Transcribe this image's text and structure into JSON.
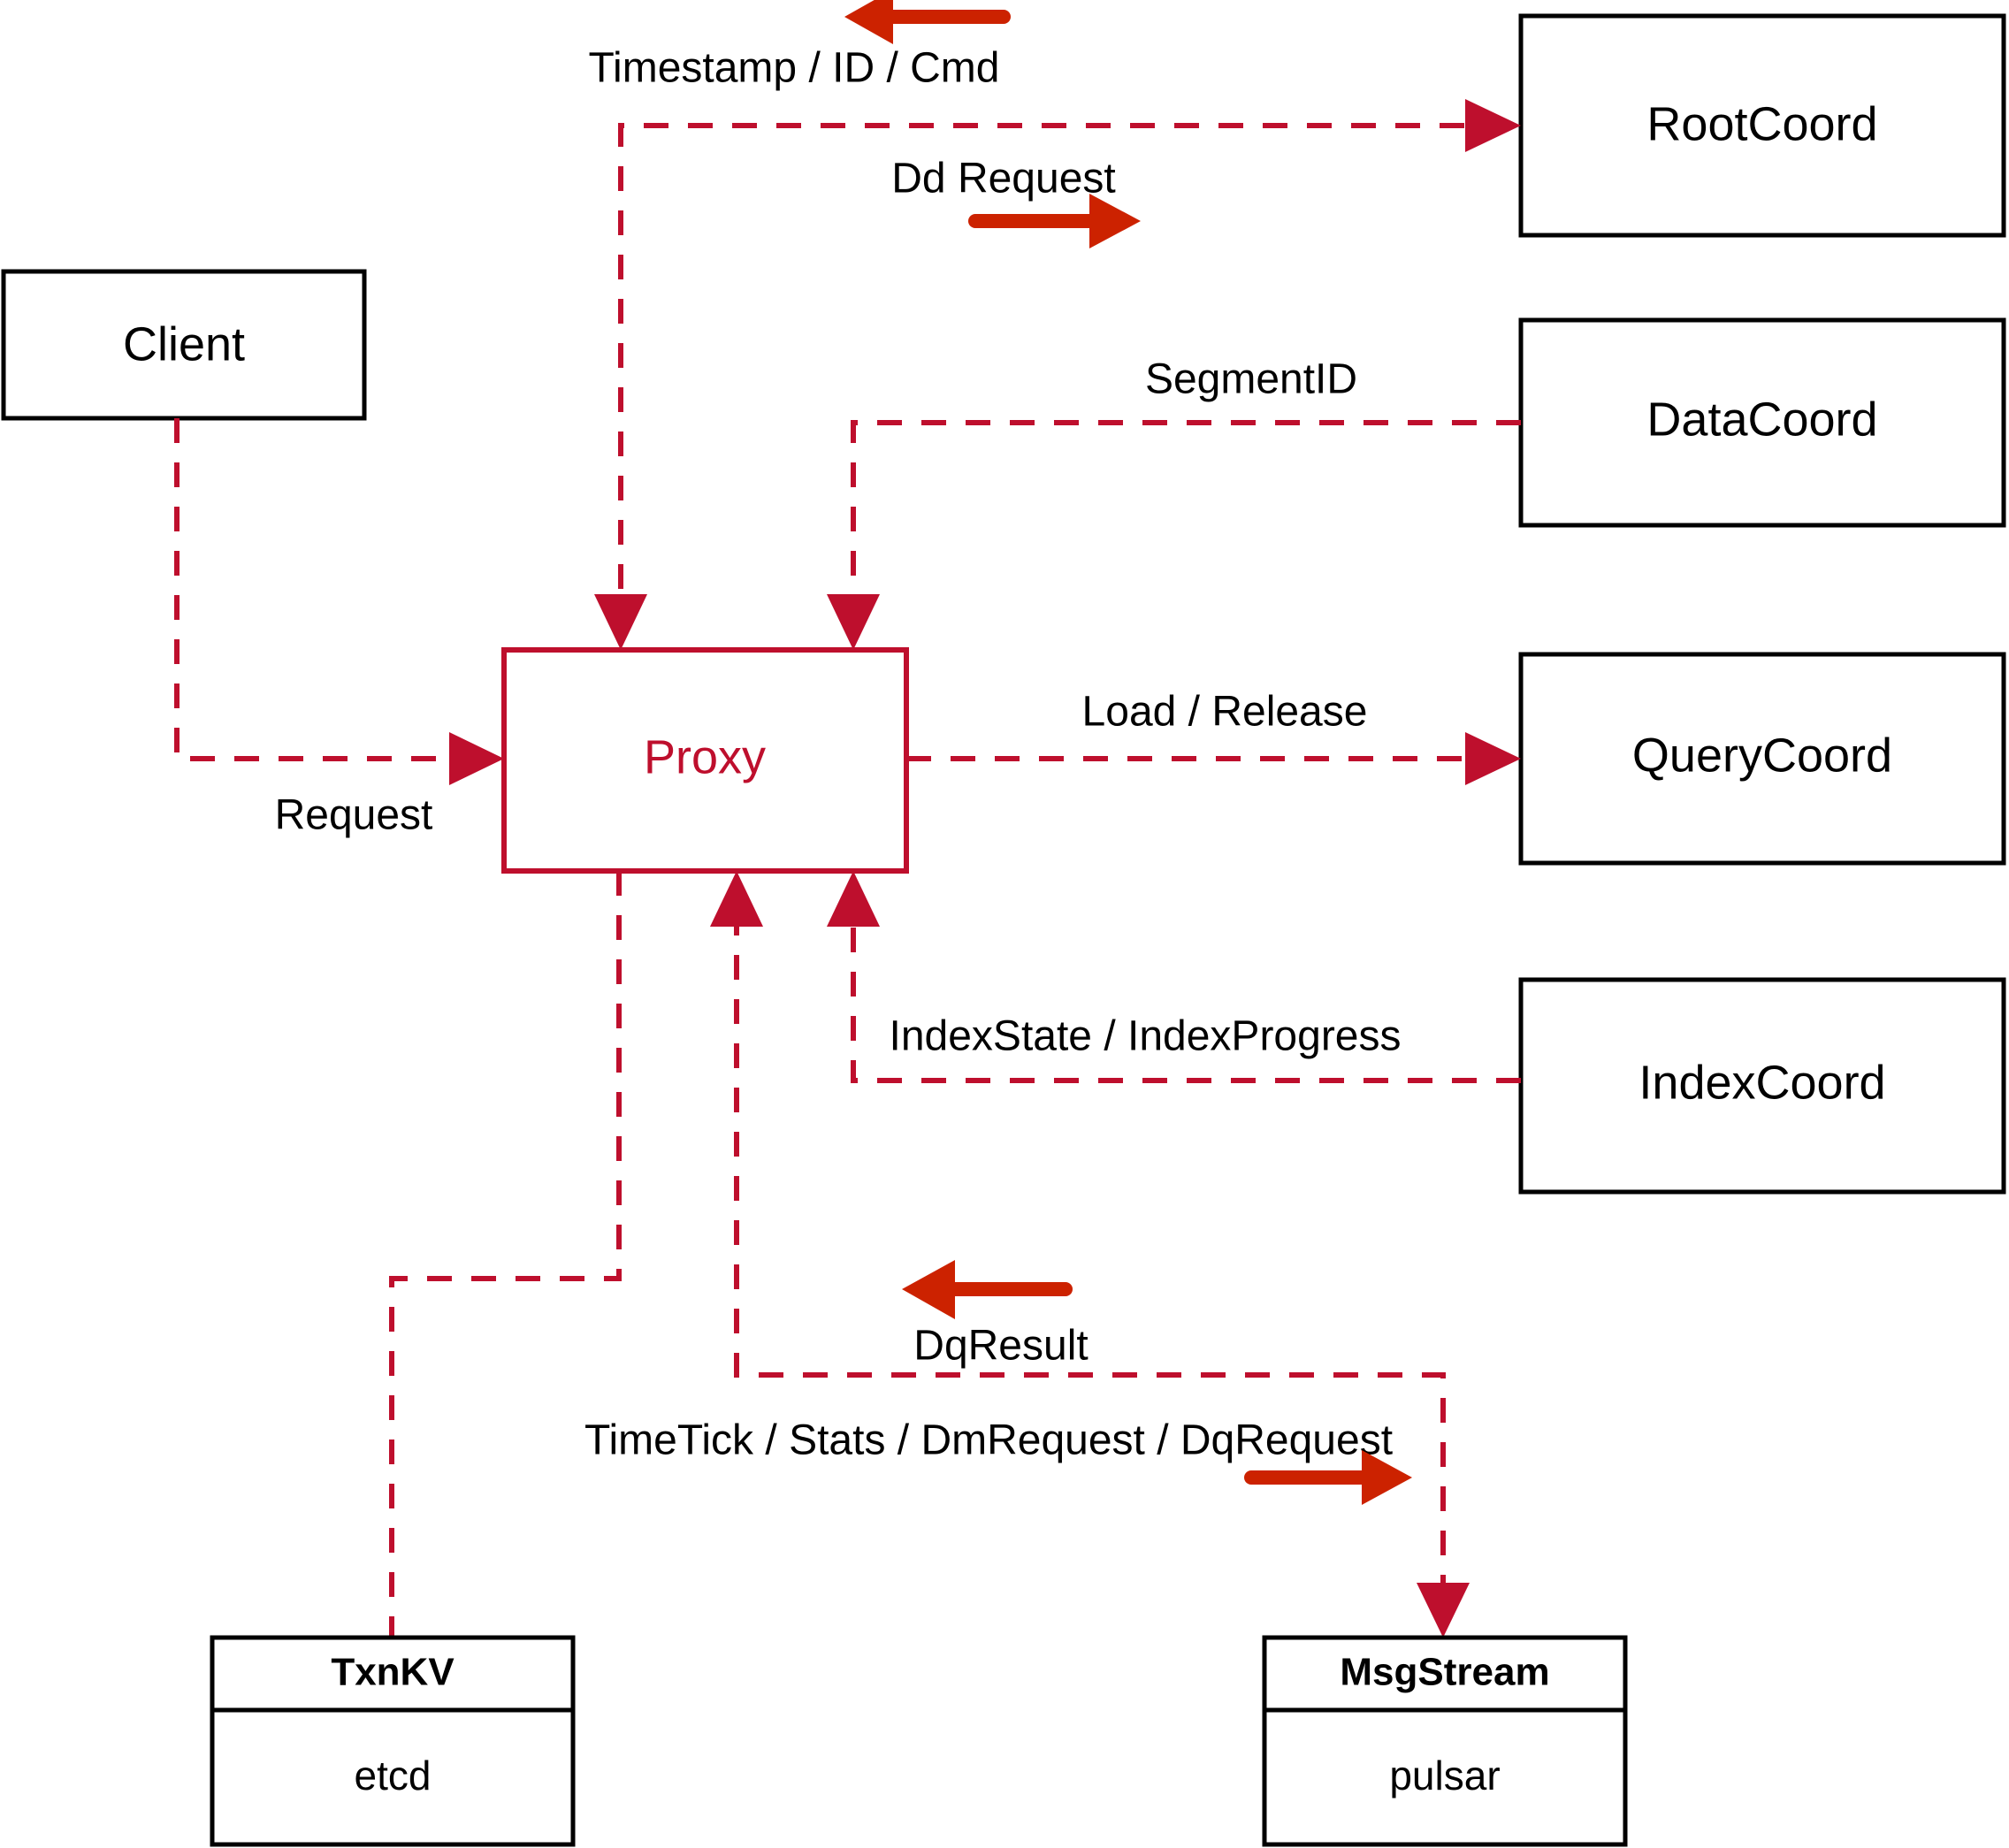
{
  "diagram": {
    "title": "Milvus Proxy Interaction Diagram",
    "accent_color": "#BE0F2D",
    "solid_arrow_color": "#CC2200",
    "node_border_color": "#000000",
    "background_color": "#FFFFFF"
  },
  "nodes": {
    "client": {
      "label": "Client"
    },
    "proxy": {
      "label": "Proxy"
    },
    "root_coord": {
      "label": "RootCoord"
    },
    "data_coord": {
      "label": "DataCoord"
    },
    "query_coord": {
      "label": "QueryCoord"
    },
    "index_coord": {
      "label": "IndexCoord"
    },
    "txnkv": {
      "label": "TxnKV",
      "sublabel": "etcd"
    },
    "msgstream": {
      "label": "MsgStream",
      "sublabel": "pulsar"
    }
  },
  "edges": [
    {
      "id": "timestamp-id-cmd",
      "label": "Timestamp / ID / Cmd",
      "from": "root_coord",
      "to": "proxy",
      "direction": "left"
    },
    {
      "id": "dd-request",
      "label": "Dd Request",
      "from": "proxy",
      "to": "root_coord",
      "direction": "right"
    },
    {
      "id": "segment-id",
      "label": "SegmentID",
      "from": "data_coord",
      "to": "proxy",
      "direction": "left"
    },
    {
      "id": "request",
      "label": "Request",
      "from": "client",
      "to": "proxy",
      "direction": "right"
    },
    {
      "id": "load-release",
      "label": "Load / Release",
      "from": "proxy",
      "to": "query_coord",
      "direction": "right"
    },
    {
      "id": "index-state-progress",
      "label": "IndexState / IndexProgress",
      "from": "index_coord",
      "to": "proxy",
      "direction": "left"
    },
    {
      "id": "dq-result",
      "label": "DqResult",
      "from": "msgstream",
      "to": "proxy",
      "direction": "left"
    },
    {
      "id": "timetick-stats-dm-dq",
      "label": "TimeTick / Stats / DmRequest / DqRequest",
      "from": "proxy",
      "to": "msgstream",
      "direction": "right"
    }
  ]
}
